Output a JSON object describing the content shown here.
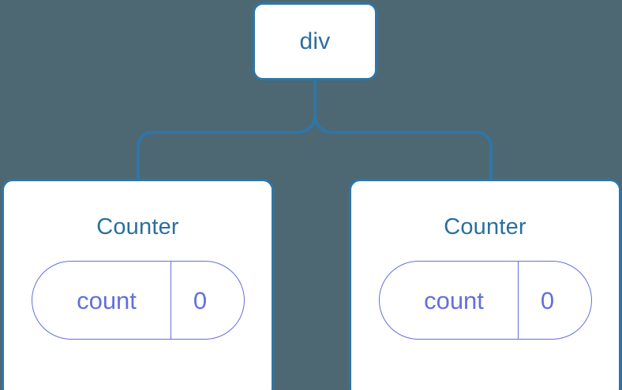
{
  "diagram": {
    "background_color": "#4d6872",
    "node_border_color": "#2e76a8",
    "node_fill_color": "#ffffff",
    "connector_color": "#2e76a8",
    "title_color": "#2a6f9e",
    "state_color": "#6270dd",
    "root": {
      "label": "div"
    },
    "children": [
      {
        "title": "Counter",
        "state": {
          "key": "count",
          "value": "0"
        }
      },
      {
        "title": "Counter",
        "state": {
          "key": "count",
          "value": "0"
        }
      }
    ]
  }
}
